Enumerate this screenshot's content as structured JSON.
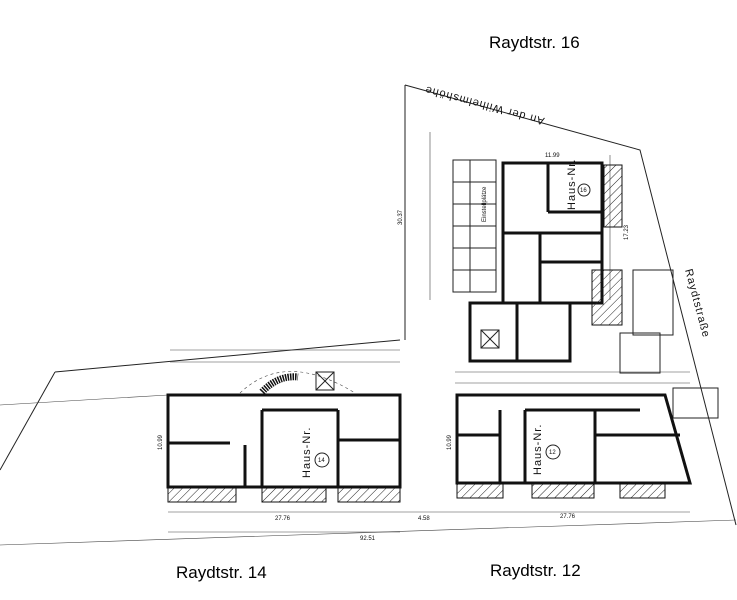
{
  "labels": {
    "street_16": "Raydtstr. 16",
    "street_14": "Raydtstr. 14",
    "street_12": "Raydtstr. 12",
    "road_top": "An der Wilhelmshöhe",
    "road_right": "Raydtstraße"
  },
  "buildings": [
    {
      "house_label": "Haus-Nr.",
      "number": "16"
    },
    {
      "house_label": "Haus-Nr.",
      "number": "14"
    },
    {
      "house_label": "Haus-Nr.",
      "number": "12"
    }
  ],
  "parking_label": "Einstellplätze",
  "dimensions": {
    "width_14": "27.76",
    "width_12": "27.76",
    "depth_14": "10.99",
    "depth_12": "10.99",
    "depth_16": "17.23",
    "total_bottom": "92.51",
    "gap": "4.58",
    "top_16": "11.99",
    "left_16": "30.37"
  }
}
